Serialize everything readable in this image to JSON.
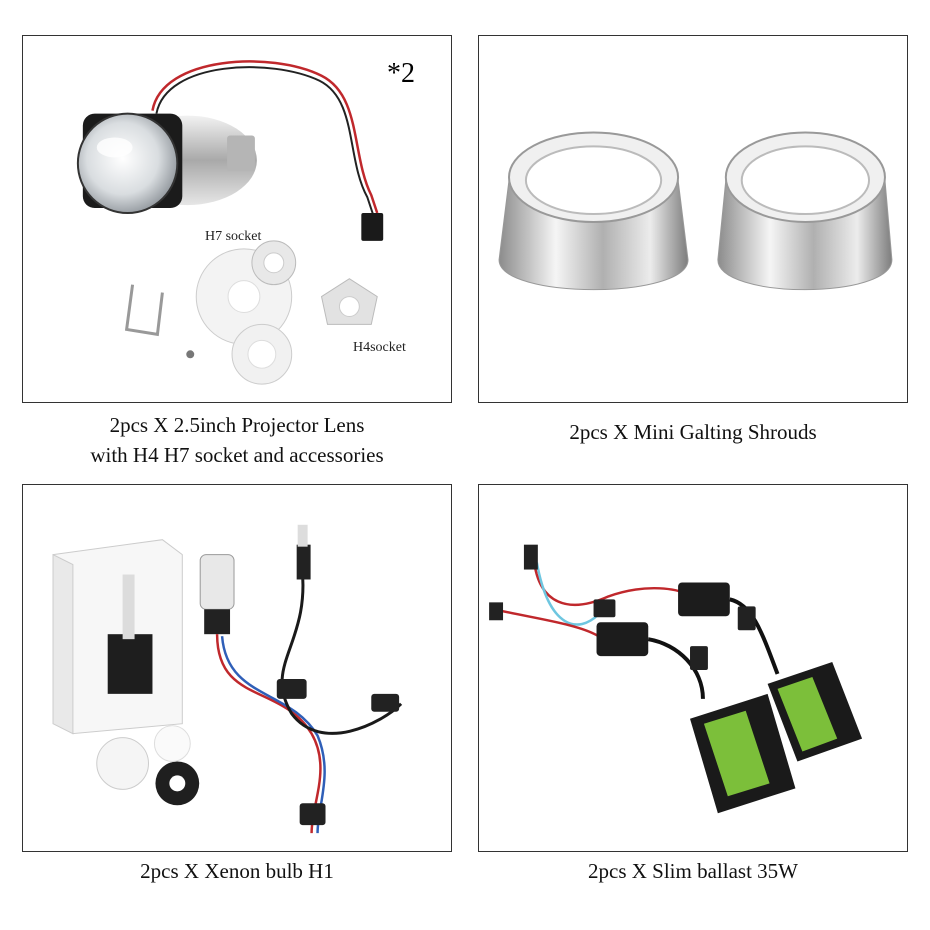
{
  "panels": [
    {
      "caption_line1": "2pcs X 2.5inch Projector Lens",
      "caption_line2": "with H4 H7 socket and accessories",
      "qty_mark": "*2",
      "label_h7": "H7 socket",
      "label_h4": "H4socket",
      "image_icon": "projector-lens-kit-photo"
    },
    {
      "caption_line1": "2pcs X Mini Galting Shrouds",
      "image_icon": "chrome-shrouds-photo"
    },
    {
      "caption_line1": "2pcs X Xenon bulb H1",
      "image_icon": "xenon-bulb-kit-photo"
    },
    {
      "caption_line1": "2pcs X Slim ballast 35W",
      "image_icon": "slim-ballast-photo"
    }
  ],
  "colors": {
    "border": "#333333",
    "caption": "#111111",
    "chrome": "#c8c8c8",
    "wire_red": "#c0282c",
    "wire_blue": "#2f5fb8"
  }
}
